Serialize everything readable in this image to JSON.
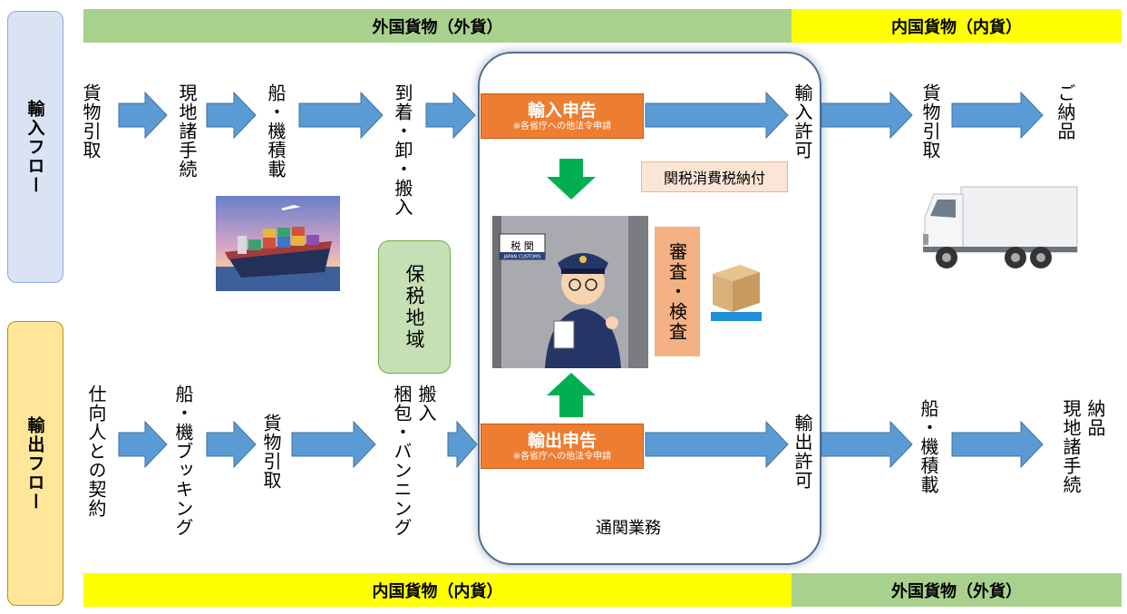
{
  "bands": {
    "top_left": "外国貨物（外貨）",
    "top_right": "内国貨物（内貨）",
    "bottom_left": "内国貨物（内貨）",
    "bottom_right": "外国貨物（外貨）"
  },
  "side": {
    "import": "輸入フロー",
    "export": "輸出フロー"
  },
  "import_flow": {
    "step1": "貨物引取",
    "step2": "現地諸手続",
    "step3": "船・機積載",
    "step4": "到着・卸・搬入",
    "permit": "輸入許可",
    "step6": "貨物引取",
    "step7": "ご納品"
  },
  "export_flow": {
    "step1": "仕向人との契約",
    "step2": "船・機ブッキング",
    "step3": "貨物引取",
    "step4_col1": "搬入",
    "step4_col2": "梱包・バンニング",
    "permit": "輸出許可",
    "step6": "船・機積載",
    "step7_col1": "納品",
    "step7_col2": "現地諸手続"
  },
  "customs": {
    "import_decl": "輸入申告",
    "import_note": "※各省庁への他法令申請",
    "export_decl": "輸出申告",
    "export_note": "※各省庁への他法令申請",
    "tax": "関税消費税納付",
    "inspection": "審査・検査",
    "label": "通関業務",
    "sign_jp": "税 関",
    "sign_en": "JAPAN CUSTOMS"
  },
  "bonded": "保税地域",
  "colors": {
    "green_band": "#a9d18e",
    "yellow_band": "#ffff00",
    "arrow": "#5b9bd5",
    "declaration": "#ed7d31",
    "down_arrow": "#00b050"
  },
  "icons": [
    "container-ship-icon",
    "truck-icon",
    "customs-officer-icon",
    "cardboard-box-icon"
  ]
}
